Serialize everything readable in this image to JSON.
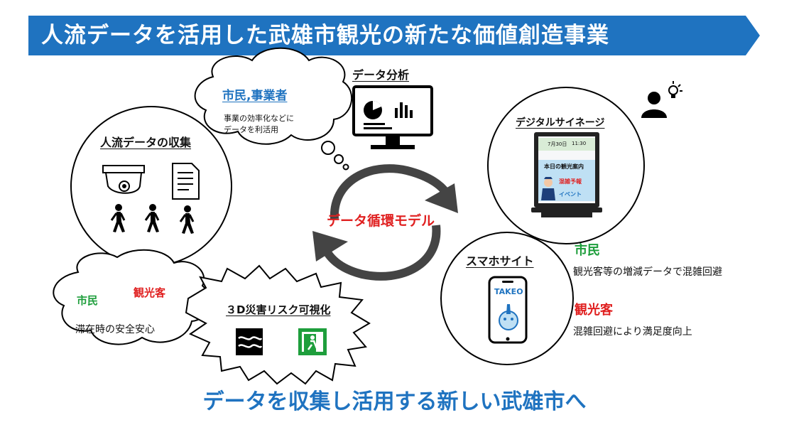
{
  "title": "人流データを活用した武雄市観光の新たな価値創造事業",
  "footer": "データを収集し活用する新しい武雄市へ",
  "center_label": "データ循環モデル",
  "data_collection": {
    "label": "人流データの収集"
  },
  "citizens_business_bubble": {
    "label": "市民,事業者",
    "text_line1": "事業の効率化などに",
    "text_line2": "データを利活用"
  },
  "data_analysis": {
    "label": "データ分析"
  },
  "signage": {
    "label": "デジタルサイネージ",
    "date": "7月30日",
    "time": "11:30",
    "screen_title": "本日の観光案内",
    "item1": "混雑予報",
    "item2": "イベント"
  },
  "smartphone": {
    "label": "スマホサイト",
    "brand": "TAKEO"
  },
  "smartphone_benefits": {
    "group1_label": "市民",
    "group1_text": "観光客等の増減データで混雑回避",
    "group2_label": "観光客",
    "group2_text": "混雑回避により満足度向上"
  },
  "disaster": {
    "label": "３D災害リスク可視化"
  },
  "disaster_bubble": {
    "label_citizen": "市民",
    "label_tourist": "観光客",
    "text": "滞在時の安全安心"
  },
  "colors": {
    "banner": "#1F73C0",
    "accent_blue": "#1F73C0",
    "accent_red": "#E02020",
    "accent_green": "#1E9E3C",
    "cycle_arrows": "#444444"
  }
}
